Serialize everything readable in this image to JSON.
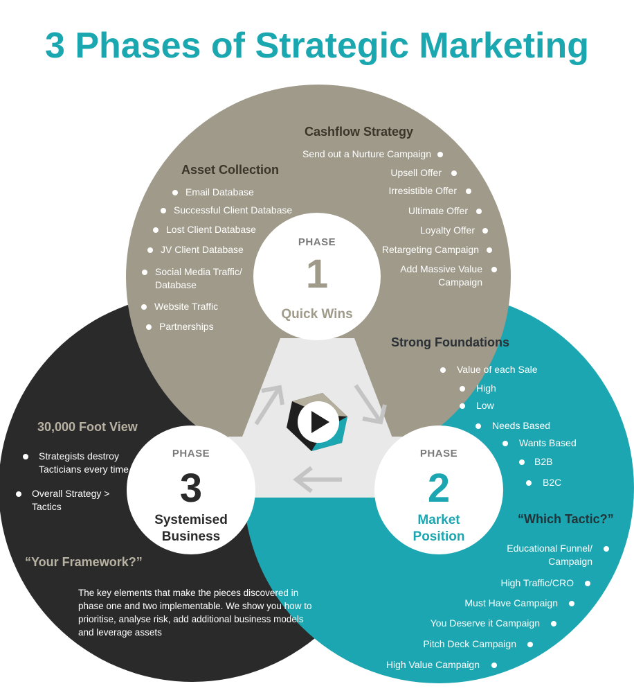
{
  "title": "3 Phases of Strategic Marketing",
  "colors": {
    "title": "#1aa7b0",
    "phase1": "#9f9a8a",
    "phase2": "#1ba6b1",
    "phase3": "#2b2a2b",
    "center": "#e9e9e9",
    "arrow": "#c4c4c4",
    "heading_dark": "#3a3528",
    "heading_light": "#b8b2a2"
  },
  "phases": {
    "p1": {
      "label": "PHASE",
      "number": "1",
      "name": "Quick Wins"
    },
    "p2": {
      "label": "PHASE",
      "number": "2",
      "name": "Market Position"
    },
    "p3": {
      "label": "PHASE",
      "number": "3",
      "name": "Systemised Business"
    }
  },
  "cashflow": {
    "heading": "Cashflow Strategy",
    "items": [
      "Send out a Nurture Campaign",
      "Upsell Offer",
      "Irresistible Offer",
      "Ultimate Offer",
      "Loyalty Offer",
      "Retargeting Campaign",
      "Add Massive Value Campaign"
    ]
  },
  "assets": {
    "heading": "Asset Collection",
    "items": [
      "Email Database",
      "Successful Client Database",
      "Lost Client Database",
      "JV Client Database",
      "Social Media Traffic/ Database",
      "Website Traffic",
      "Partnerships"
    ]
  },
  "foundations": {
    "heading": "Strong Foundations",
    "items": [
      "Value of each Sale",
      "High",
      "Low",
      "Needs Based",
      "Wants Based",
      "B2B",
      "B2C"
    ]
  },
  "tactic": {
    "heading": "“Which Tactic?”",
    "items": [
      "Educational Funnel/ Campaign",
      "High Traffic/CRO",
      "Must Have Campaign",
      "You Deserve it Campaign",
      "Pitch Deck Campaign",
      "High Value Campaign"
    ]
  },
  "foot": {
    "heading": "30,000 Foot View",
    "items": [
      "Strategists destroy Tacticians every time",
      "Overall Strategy > Tactics"
    ]
  },
  "framework": {
    "heading": "“Your Framework?”",
    "paragraph": "The key elements that make the pieces discovered in phase one and two implementable. We show you how to prioritise, analyse risk, add additional business models and leverage assets"
  },
  "logo": "play-logo"
}
